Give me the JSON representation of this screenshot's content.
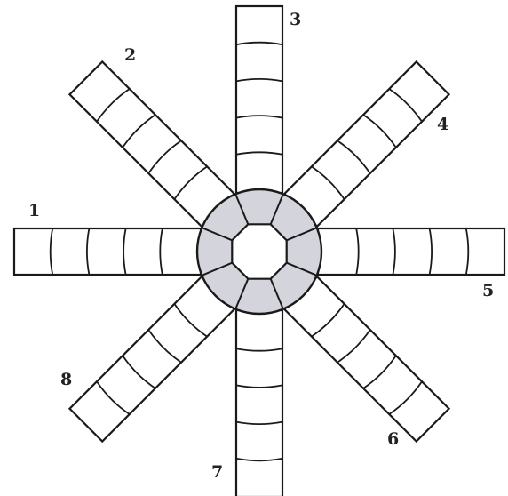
{
  "figure": {
    "arms": [
      {
        "label": "1",
        "angle_deg": 180,
        "cells": 5
      },
      {
        "label": "2",
        "angle_deg": 225,
        "cells": 5
      },
      {
        "label": "3",
        "angle_deg": 270,
        "cells": 5
      },
      {
        "label": "4",
        "angle_deg": 315,
        "cells": 5
      },
      {
        "label": "5",
        "angle_deg": 0,
        "cells": 5
      },
      {
        "label": "6",
        "angle_deg": 45,
        "cells": 5
      },
      {
        "label": "7",
        "angle_deg": 90,
        "cells": 5
      },
      {
        "label": "8",
        "angle_deg": 135,
        "cells": 5
      }
    ],
    "colors": {
      "line": "#1a1a1a",
      "hub_fill": "#d4d4dc",
      "arm_fill": "#ffffff",
      "center_fill": "#ffffff"
    }
  }
}
